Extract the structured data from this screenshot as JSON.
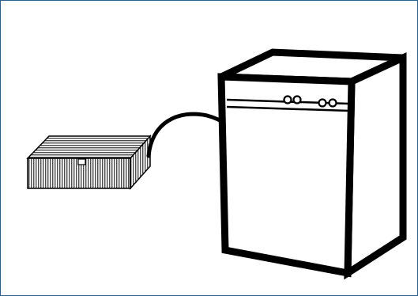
{
  "illustration": {
    "items": [
      {
        "name": "filter-cartridge"
      },
      {
        "name": "transfer-arrow"
      },
      {
        "name": "appliance-cabinet"
      }
    ]
  },
  "colors": {
    "frame_border": "#2f5f86",
    "line": "#000000",
    "background": "#ffffff"
  }
}
